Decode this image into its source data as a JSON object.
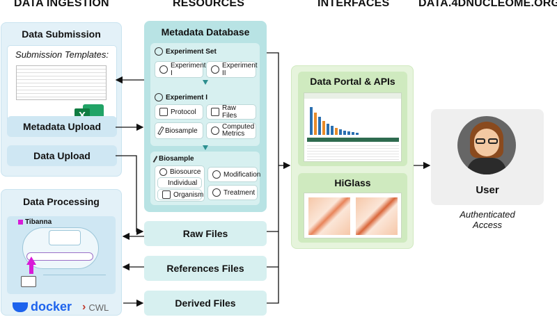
{
  "headers": {
    "ingestion": "DATA INGESTION",
    "resources": "RESOURCES",
    "interfaces": "INTERFACES",
    "site": "DATA.4DNUCLEOME.ORG"
  },
  "ingestion": {
    "submission_title": "Data Submission",
    "templates_label": "Submission Templates:",
    "metadata_upload": "Metadata Upload",
    "data_upload": "Data Upload",
    "processing_title": "Data Processing",
    "tibanna": "Tibanna",
    "docker": "docker",
    "cwl": "CWL"
  },
  "resources": {
    "db_title": "Metadata Database",
    "experiment_set": "Experiment Set",
    "experiment_1": "Experiment I",
    "experiment_2": "Experiment II",
    "experiment_detail": "Experiment I",
    "protocol": "Protocol",
    "raw_files_chip": "Raw Files",
    "biosample_chip": "Biosample",
    "computed_metrics": "Computed Metrics",
    "biosample_title": "Biosample",
    "biosource": "Biosource",
    "individual": "Individual",
    "organism": "Organism",
    "modification": "Modification",
    "treatment": "Treatment",
    "raw_files": "Raw Files",
    "references_files": "References Files",
    "derived_files": "Derived Files"
  },
  "interfaces": {
    "portal_title": "Data Portal & APIs",
    "higlass_title": "HiGlass"
  },
  "user": {
    "label": "User",
    "access_line1": "Authenticated",
    "access_line2": "Access"
  },
  "colors": {
    "blue_panel": "#e3f1f8",
    "blue_button": "#cfe7f3",
    "teal_panel": "#b8e3e4",
    "green_panel": "#e6f4dc",
    "gray_panel": "#efefef",
    "tibanna_pink": "#d81bd8",
    "docker_blue": "#1d63ed"
  }
}
